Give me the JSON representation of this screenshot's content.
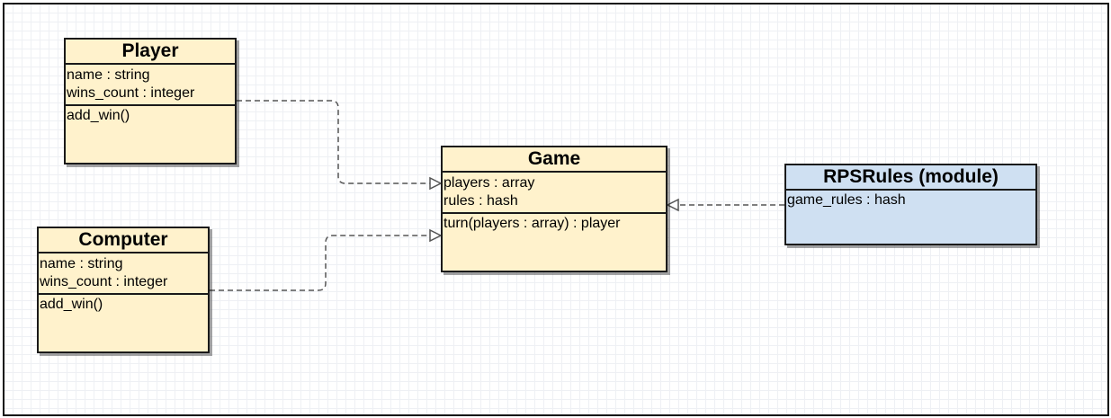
{
  "colors": {
    "class_fill": "#fff2cc",
    "module_fill": "#cfe0f2",
    "border": "#1a1a1a",
    "connector": "#555555"
  },
  "classes": {
    "player": {
      "title": "Player",
      "attributes": [
        "name : string",
        "wins_count : integer"
      ],
      "methods": [
        "add_win()"
      ]
    },
    "computer": {
      "title": "Computer",
      "attributes": [
        "name : string",
        "wins_count : integer"
      ],
      "methods": [
        "add_win()"
      ]
    },
    "game": {
      "title": "Game",
      "attributes": [
        "players : array",
        "rules : hash"
      ],
      "methods": [
        "turn(players : array) : player"
      ]
    },
    "rpsrules": {
      "title": "RPSRules (module)",
      "attributes": [
        "game_rules : hash"
      ],
      "methods": []
    }
  },
  "relations": [
    {
      "from": "player",
      "to": "game",
      "style": "dashed",
      "arrowhead": "hollow-triangle"
    },
    {
      "from": "computer",
      "to": "game",
      "style": "dashed",
      "arrowhead": "hollow-triangle"
    },
    {
      "from": "rpsrules",
      "to": "game",
      "style": "dashed",
      "arrowhead": "hollow-triangle"
    }
  ]
}
